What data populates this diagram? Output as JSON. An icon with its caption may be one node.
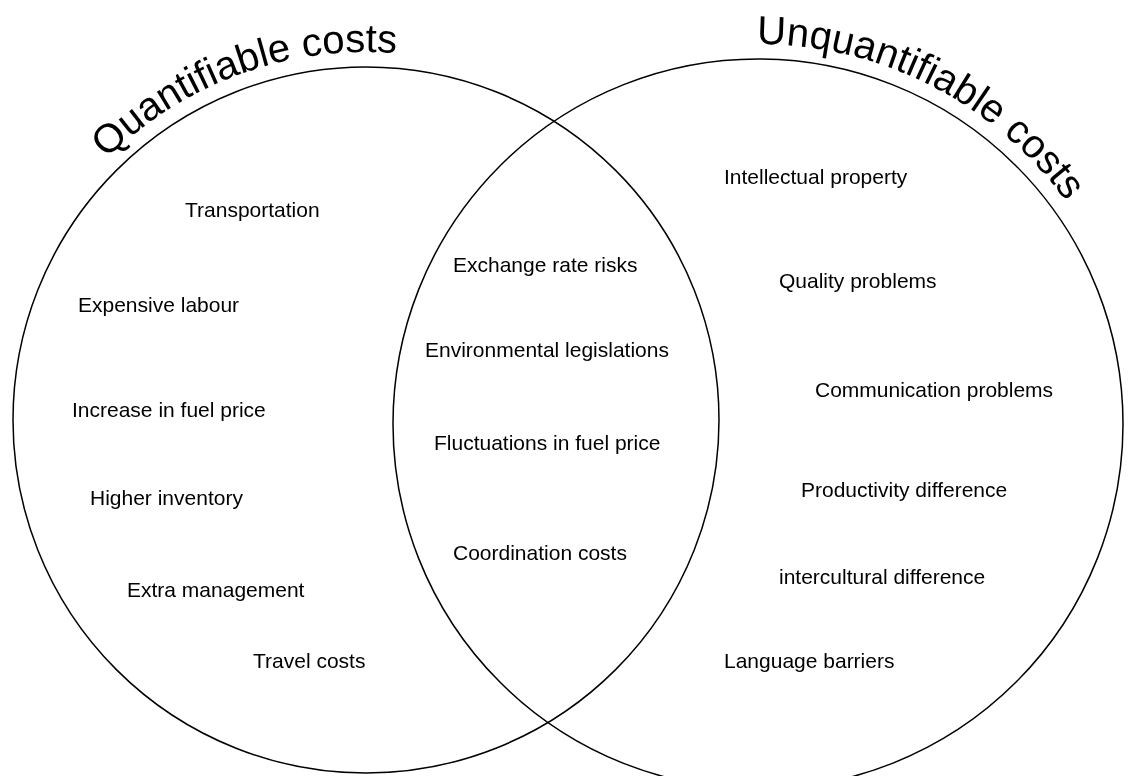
{
  "diagram": {
    "nodes": [
      {
        "text": [
          "Quantifiable costs",
          "Transportation",
          "Expensive labour",
          "Increase in fuel price",
          "Higher inventory",
          "Extra management",
          "Travel costs"
        ]
      },
      {
        "text": [
          "Unquantifiable costs",
          "Intellectual property",
          "Quality problems",
          "Communication problems",
          "Productivity difference",
          "intercultural difference",
          "Language barriers"
        ]
      }
    ],
    "labels": [
      "Exchange rate risks",
      "Environmental legislations",
      "Fluctuations in fuel price",
      "Coordination costs"
    ]
  }
}
